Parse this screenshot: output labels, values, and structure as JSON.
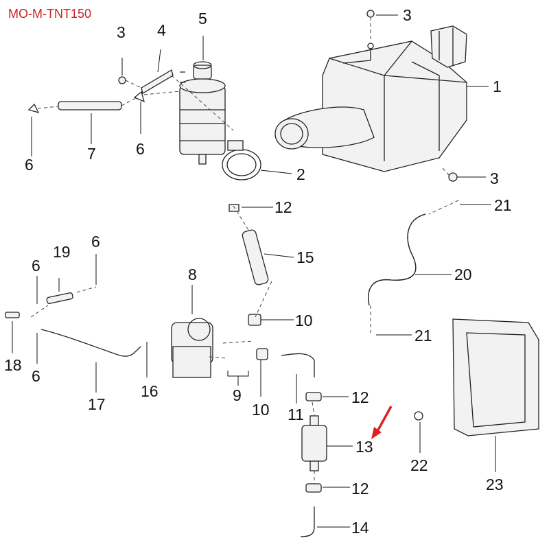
{
  "diagram_code": "MO-M-TNT150",
  "callouts": {
    "c1": "1",
    "c2": "2",
    "c3a": "3",
    "c3b": "3",
    "c3c": "3",
    "c4": "4",
    "c5": "5",
    "c6a": "6",
    "c6b": "6",
    "c6c": "6",
    "c6d": "6",
    "c6e": "6",
    "c7": "7",
    "c8": "8",
    "c9": "9",
    "c10a": "10",
    "c10b": "10",
    "c11": "11",
    "c12a": "12",
    "c12b": "12",
    "c12c": "12",
    "c13": "13",
    "c14": "14",
    "c15": "15",
    "c16": "16",
    "c17": "17",
    "c18": "18",
    "c19": "19",
    "c20": "20",
    "c21a": "21",
    "c21b": "21",
    "c22": "22",
    "c23": "23"
  },
  "colors": {
    "highlight_arrow": "#dd2222",
    "code_text": "#cc2222"
  }
}
